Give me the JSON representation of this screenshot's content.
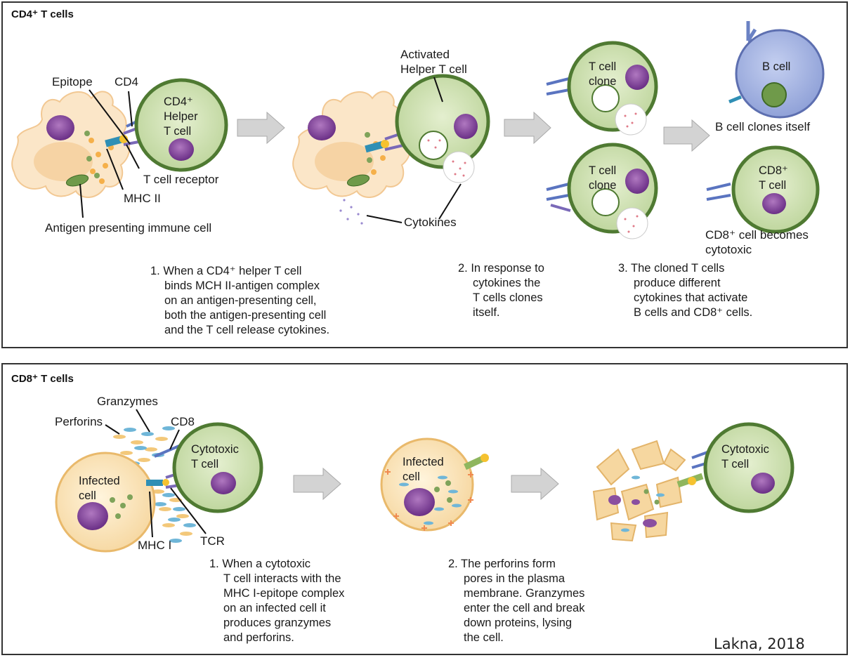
{
  "panels": {
    "cd4": {
      "title": "CD4⁺ T cells"
    },
    "cd8": {
      "title": "CD8⁺ T cells"
    }
  },
  "cd4": {
    "labels": {
      "epitope": "Epitope",
      "cd4": "CD4",
      "helper1": "CD4⁺",
      "helper2": "Helper",
      "helper3": "T cell",
      "tcr": "T cell receptor",
      "mhc2": "MHC II",
      "apc": "Antigen presenting immune cell",
      "activated1": "Activated",
      "activated2": "Helper T cell",
      "cytokines": "Cytokines",
      "clone_a1": "T cell",
      "clone_a2": "clone",
      "clone_b1": "T cell",
      "clone_b2": "clone",
      "bcell": "B cell",
      "bcell_caption": "B cell clones itself",
      "cd8_1": "CD8⁺",
      "cd8_2": "T cell",
      "cd8_caption1": "CD8⁺ cell becomes",
      "cd8_caption2": "cytotoxic"
    },
    "step1": [
      "1. When a CD4⁺ helper T cell",
      "binds MCH II-antigen complex",
      "on an antigen-presenting cell,",
      "both the antigen-presenting cell",
      "and the T cell release cytokines."
    ],
    "step2": [
      "2. In response to",
      "cytokines the",
      "T cells clones",
      "itself."
    ],
    "step3": [
      "3. The cloned T cells",
      "produce different",
      "cytokines that activate",
      "B cells and CD8⁺ cells."
    ]
  },
  "cd8": {
    "labels": {
      "granzymes": "Granzymes",
      "perforins": "Perforins",
      "cd8": "CD8",
      "cytotoxic1": "Cytotoxic",
      "cytotoxic2": "T cell",
      "infected1": "Infected",
      "infected2": "cell",
      "mhc1": "MHC I",
      "tcr": "TCR",
      "infected_b1": "Infected",
      "infected_b2": "cell",
      "cytotoxic_b1": "Cytotoxic",
      "cytotoxic_b2": "T cell"
    },
    "step1": [
      "1. When a cytotoxic",
      "T cell interacts with the",
      "MHC I-epitope complex",
      "on an infected cell it",
      "produces granzymes",
      "and perforins."
    ],
    "step2": [
      "2. The perforins form",
      "pores in the plasma",
      "membrane. Granzymes",
      "enter the cell and break",
      "down proteins, lysing",
      "the cell."
    ]
  },
  "credit": "Lakna, 2018",
  "colors": {
    "tcell_fill": "#cfe0b0",
    "tcell_stroke": "#4f7a32",
    "nucleus": "#8a4fa0",
    "apc_fill": "#fbe6c8",
    "bcell_fill": "#a9b8e0",
    "arrow": "#cfcfcf"
  }
}
